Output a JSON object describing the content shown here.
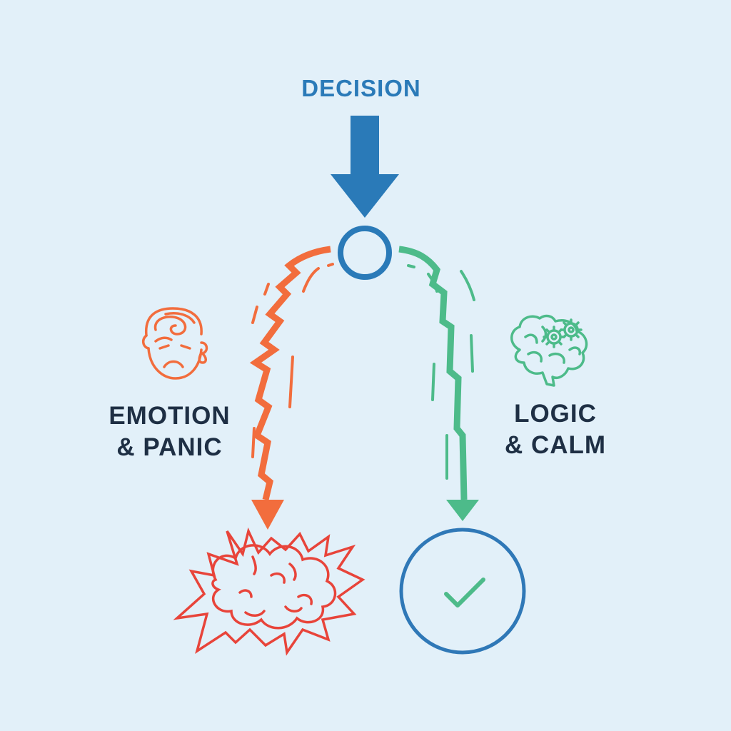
{
  "decision": {
    "label": "DECISION"
  },
  "left_branch": {
    "line1": "EMOTION",
    "line2": "& PANIC",
    "icon": "crying-face-spiral-head-icon",
    "outcome_icon": "explosion-cloud-icon"
  },
  "right_branch": {
    "line1": "LOGIC",
    "line2": "& CALM",
    "icon": "brain-gears-icon",
    "outcome_icon": "checkmark-circle-icon"
  },
  "colors": {
    "background": "#e2f0f9",
    "decision_blue": "#2a7ab8",
    "emotion_orange": "#f26d3d",
    "explosion_red": "#e8443a",
    "logic_green": "#4dbb8a",
    "outcome_blue": "#2f78b7",
    "text_dark": "#1e2f44"
  }
}
